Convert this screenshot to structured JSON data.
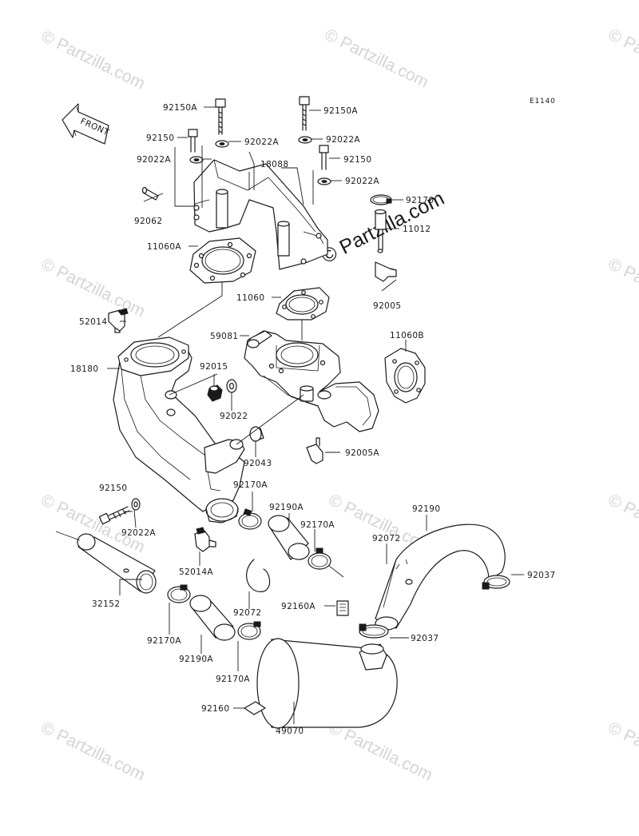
{
  "diagram": {
    "code": "E1140",
    "front_label": "FRONT",
    "watermark_text": "© Partzilla.com",
    "watermark_center": "© Partzilla.com",
    "parts": {
      "p92150A_1": "92150A",
      "p92150A_2": "92150A",
      "p92150_1": "92150",
      "p92150_2": "92150",
      "p92150_3": "92150",
      "p92022A_1": "92022A",
      "p92022A_2": "92022A",
      "p92022A_3": "92022A",
      "p92022A_4": "92022A",
      "p92022A_5": "92022A",
      "p18088": "18088",
      "p92170": "92170",
      "p92062": "92062",
      "p11012": "11012",
      "p11060A": "11060A",
      "p92005": "92005",
      "p11060": "11060",
      "p52014": "52014",
      "p59081": "59081",
      "p11060B": "11060B",
      "p18180": "18180",
      "p92015": "92015",
      "p92022": "92022",
      "p92043": "92043",
      "p92005A": "92005A",
      "p92170A_1": "92170A",
      "p92170A_2": "92170A",
      "p92170A_3": "92170A",
      "p92170A_4": "92170A",
      "p92190A_1": "92190A",
      "p92190A_2": "92190A",
      "p92190": "92190",
      "p52014A": "52014A",
      "p92072_1": "92072",
      "p92072_2": "92072",
      "p92037_1": "92037",
      "p92037_2": "92037",
      "p32152": "32152",
      "p92160A": "92160A",
      "p92160": "92160",
      "p49070": "49070"
    }
  }
}
